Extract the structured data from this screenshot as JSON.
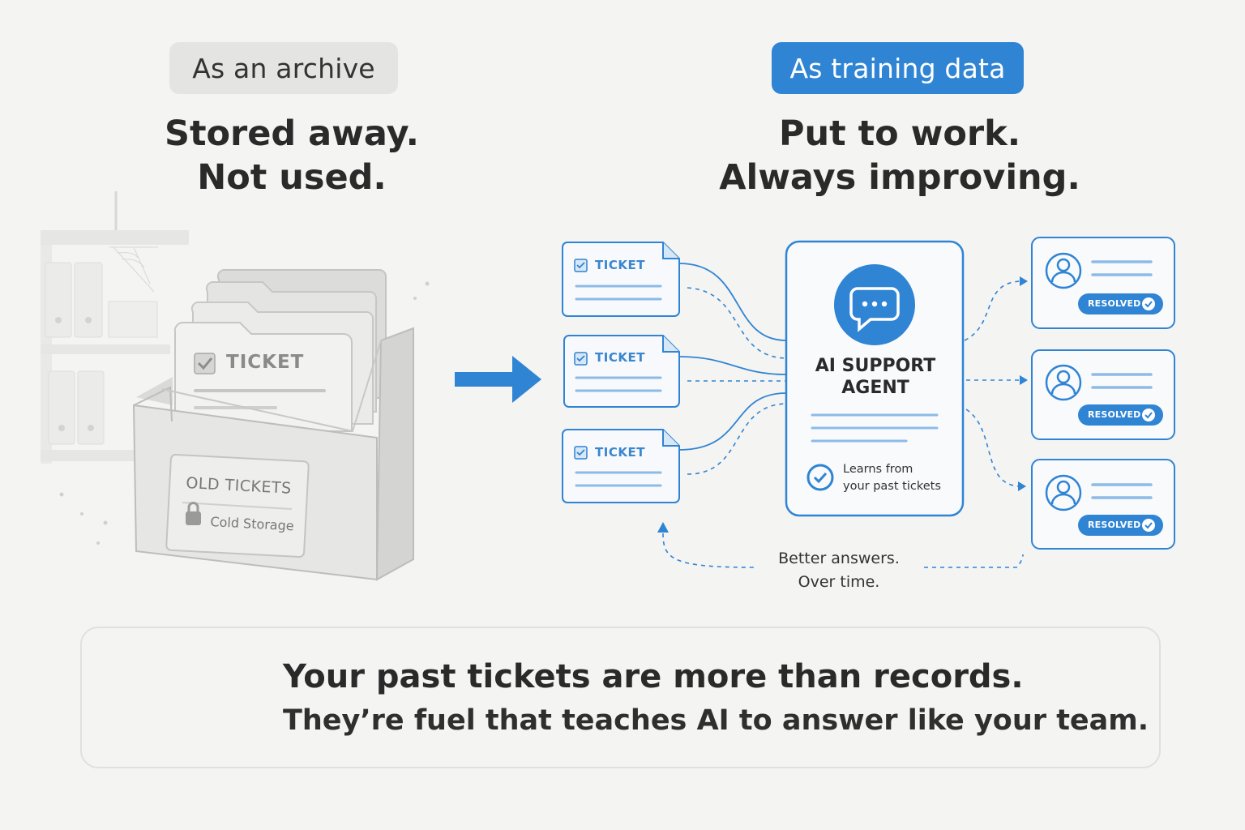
{
  "left": {
    "tag": "As an archive",
    "headline_line1": "Stored away.",
    "headline_line2": "Not used.",
    "folder_label": "TICKET",
    "box_label": "OLD TICKETS",
    "box_sublabel": "Cold Storage"
  },
  "right": {
    "tag": "As training data",
    "headline_line1": "Put to work.",
    "headline_line2": "Always improving.",
    "tickets": [
      {
        "label": "TICKET"
      },
      {
        "label": "TICKET"
      },
      {
        "label": "TICKET"
      }
    ],
    "agent": {
      "title_line1": "AI SUPPORT",
      "title_line2": "AGENT",
      "note_line1": "Learns from",
      "note_line2": "your past tickets"
    },
    "results": [
      {
        "badge": "RESOLVED"
      },
      {
        "badge": "RESOLVED"
      },
      {
        "badge": "RESOLVED"
      }
    ],
    "feedback_line1": "Better answers.",
    "feedback_line2": "Over time."
  },
  "footer": {
    "line1": "Your past tickets are more than records.",
    "line2": "They’re fuel that teaches AI to answer like your team."
  },
  "colors": {
    "accent": "#2f84d4",
    "archive_gray": "#e4e4e2",
    "background": "#f4f4f2"
  },
  "icons": [
    "shelf-icon",
    "folder-icon",
    "storage-box-icon",
    "lock-icon",
    "arrow-right-icon",
    "chat-bubble-icon",
    "check-circle-icon",
    "user-avatar-icon",
    "lightbulb-icon"
  ]
}
